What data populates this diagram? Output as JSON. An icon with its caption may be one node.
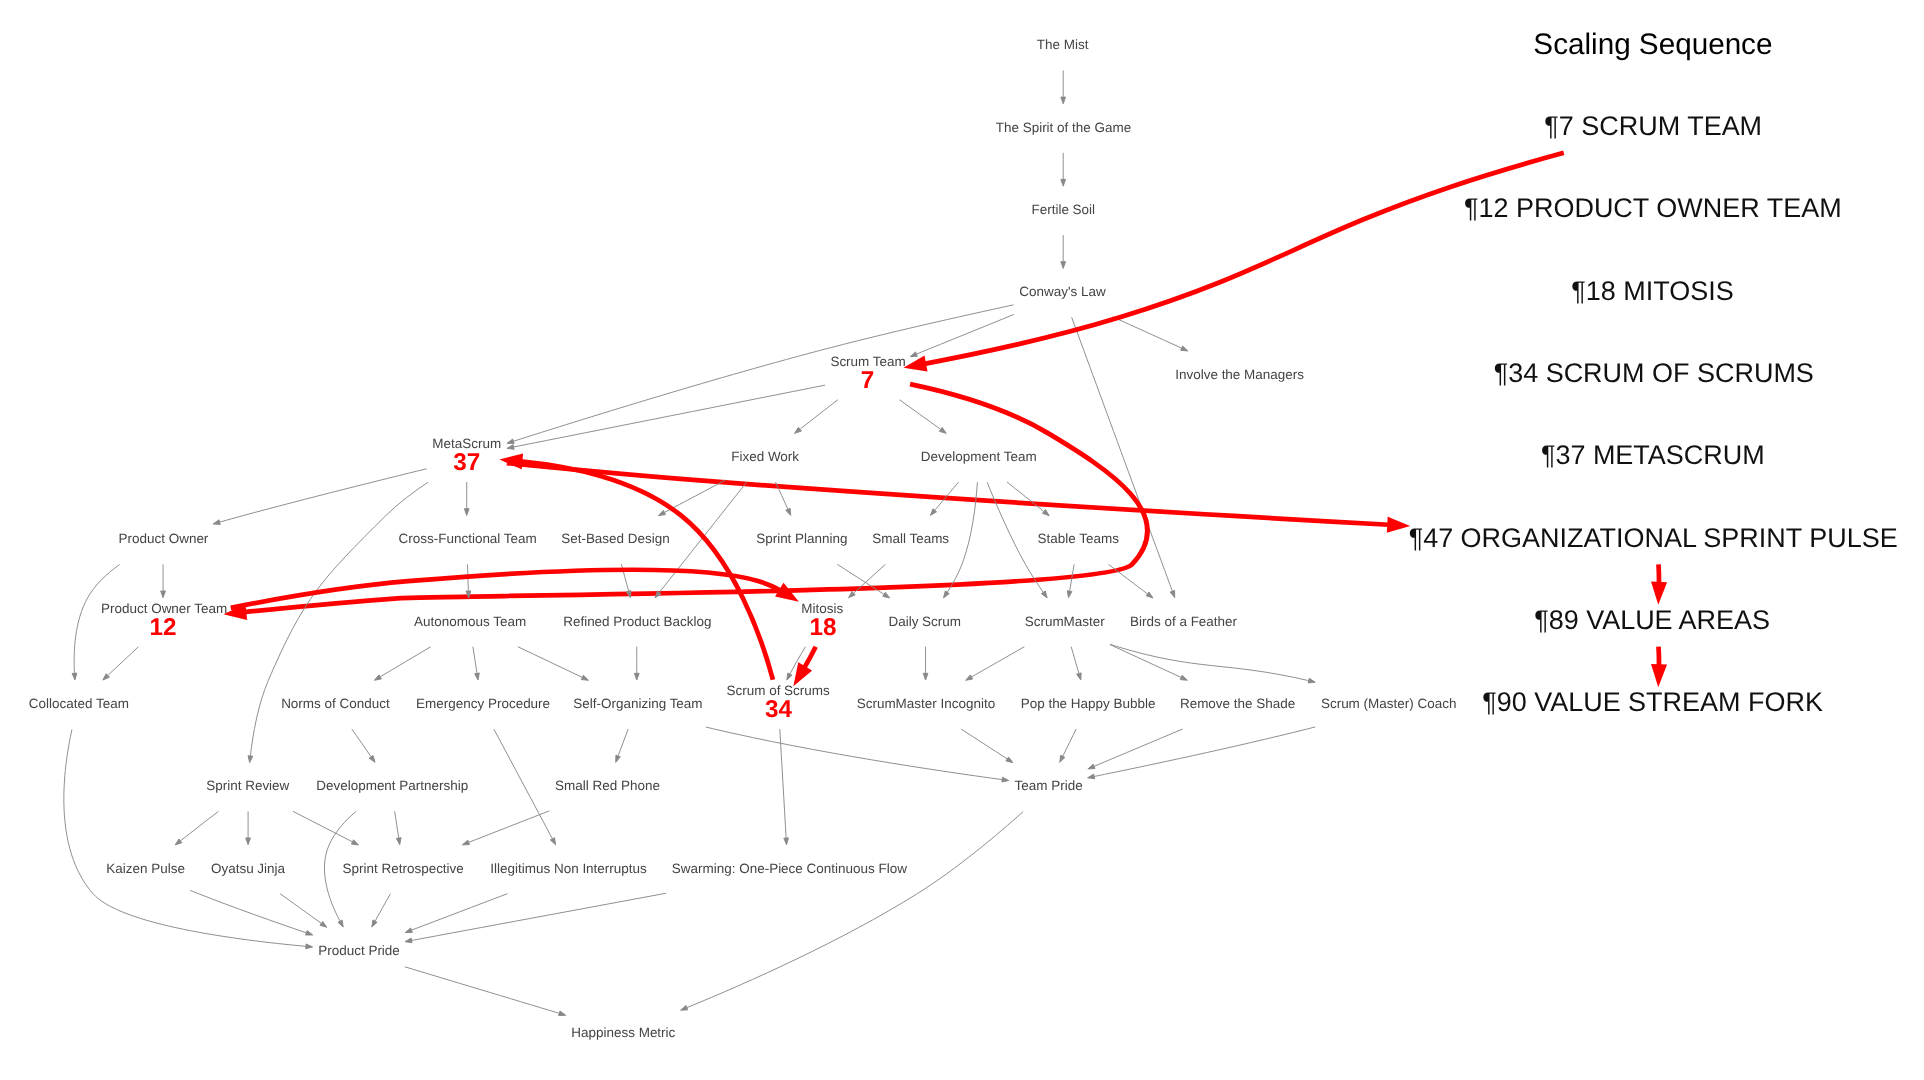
{
  "diagram": {
    "nodes": [
      {
        "text": [
          "The Mist"
        ]
      },
      {
        "text": [
          "The Spirit of the Game"
        ]
      },
      {
        "text": [
          "Fertile Soil"
        ]
      },
      {
        "text": [
          "Conway's Law"
        ]
      },
      {
        "text": [
          "Involve the Managers"
        ]
      },
      {
        "text": [
          "Scrum Team"
        ],
        "beside": [
          "7"
        ]
      },
      {
        "text": [
          "MetaScrum"
        ],
        "beside": [
          "37"
        ]
      },
      {
        "text": [
          "Fixed Work"
        ]
      },
      {
        "text": [
          "Development Team"
        ]
      },
      {
        "text": [
          "Product Owner"
        ]
      },
      {
        "text": [
          "Sprint Review"
        ]
      },
      {
        "text": [
          "Cross-Functional Team"
        ]
      },
      {
        "text": [
          "Set-Based Design"
        ]
      },
      {
        "text": [
          "Small Teams"
        ]
      },
      {
        "text": [
          "Sprint Planning"
        ]
      },
      {
        "text": [
          "Stable Teams"
        ]
      },
      {
        "text": [
          "Birds of a Feather"
        ]
      },
      {
        "text": [
          "Product Owner Team"
        ],
        "beside": [
          "12"
        ]
      },
      {
        "text": [
          "Refined Product Backlog"
        ]
      },
      {
        "text": [
          "Mitosis"
        ],
        "beside": [
          "18"
        ]
      },
      {
        "text": [
          "Daily Scrum"
        ]
      },
      {
        "text": [
          "ScrumMaster"
        ]
      },
      {
        "text": [
          "Collocated Team"
        ]
      },
      {
        "text": [
          "Autonomous Team"
        ]
      },
      {
        "text": [
          "Norms of Conduct"
        ]
      },
      {
        "text": [
          "Self-Organizing Team"
        ]
      },
      {
        "text": [
          "Scrum of Scrums"
        ],
        "beside": [
          "34"
        ]
      },
      {
        "text": [
          "ScrumMaster Incognito"
        ]
      },
      {
        "text": [
          "Remove the Shade"
        ]
      },
      {
        "text": [
          "Scrum (Master) Coach"
        ]
      },
      {
        "text": [
          "Pop the Happy Bubble"
        ]
      },
      {
        "text": [
          "Emergency Procedure"
        ]
      },
      {
        "text": [
          "Development Partnership"
        ]
      },
      {
        "text": [
          "Small Red Phone"
        ]
      },
      {
        "text": [
          "Swarming: One-Piece Continuous Flow"
        ]
      },
      {
        "text": [
          "Team Pride"
        ]
      },
      {
        "text": [
          "Kaizen Pulse"
        ]
      },
      {
        "text": [
          "Oyatsu Jinja"
        ]
      },
      {
        "text": [
          "Illegitimus Non Interruptus"
        ]
      },
      {
        "text": [
          "Sprint Retrospective"
        ]
      },
      {
        "text": [
          "Product Pride"
        ]
      },
      {
        "text": [
          "Happiness Metric"
        ]
      },
      {
        "text": [
          "¶7 SCRUM TEAM"
        ]
      },
      {
        "text": [
          "¶12 PRODUCT OWNER TEAM"
        ]
      },
      {
        "text": [
          "¶18 MITOSIS"
        ]
      },
      {
        "text": [
          "¶34 SCRUM OF SCRUMS"
        ]
      },
      {
        "text": [
          "¶37 METASCRUM"
        ]
      },
      {
        "text": [
          "¶47 ORGANIZATIONAL SPRINT PULSE"
        ]
      },
      {
        "text": [
          "¶89 VALUE AREAS"
        ]
      },
      {
        "text": [
          "¶90 VALUE STREAM FORK"
        ]
      }
    ],
    "edges": [
      {
        "from": 0,
        "to": 1,
        "arrow": "to"
      },
      {
        "from": 1,
        "to": 2,
        "arrow": "to"
      },
      {
        "from": 2,
        "to": 3,
        "arrow": "to"
      },
      {
        "from": 3,
        "to": 4,
        "arrow": "to"
      },
      {
        "from": 3,
        "to": 5,
        "arrow": "to"
      },
      {
        "from": 3,
        "to": 6,
        "arrow": "to"
      },
      {
        "from": 3,
        "to": 16,
        "arrow": "to"
      },
      {
        "from": 5,
        "to": 7,
        "arrow": "to"
      },
      {
        "from": 5,
        "to": 8,
        "arrow": "to"
      },
      {
        "from": 5,
        "to": 6,
        "arrow": "to"
      },
      {
        "from": 6,
        "to": 9,
        "arrow": "to"
      },
      {
        "from": 6,
        "to": 10,
        "arrow": "to"
      },
      {
        "from": 6,
        "to": 11,
        "arrow": "to"
      },
      {
        "from": 7,
        "to": 12,
        "arrow": "to"
      },
      {
        "from": 7,
        "to": 18,
        "arrow": "to"
      },
      {
        "from": 7,
        "to": 14,
        "arrow": "to"
      },
      {
        "from": 8,
        "to": 13,
        "arrow": "to"
      },
      {
        "from": 8,
        "to": 20,
        "arrow": "to"
      },
      {
        "from": 8,
        "to": 21,
        "arrow": "to"
      },
      {
        "from": 8,
        "to": 15,
        "arrow": "to"
      },
      {
        "from": 9,
        "to": 17,
        "arrow": "to"
      },
      {
        "from": 9,
        "to": 22,
        "arrow": "to"
      },
      {
        "from": 17,
        "to": 22,
        "arrow": "to"
      },
      {
        "from": 12,
        "to": 18,
        "arrow": "to"
      },
      {
        "from": 11,
        "to": 23,
        "arrow": "to"
      },
      {
        "from": 18,
        "to": 25,
        "arrow": "to"
      },
      {
        "from": 13,
        "to": 19,
        "arrow": "to"
      },
      {
        "from": 14,
        "to": 20,
        "arrow": "to"
      },
      {
        "from": 15,
        "to": 16,
        "arrow": "to"
      },
      {
        "from": 15,
        "to": 21,
        "arrow": "to"
      },
      {
        "from": 23,
        "to": 24,
        "arrow": "to"
      },
      {
        "from": 23,
        "to": 25,
        "arrow": "to"
      },
      {
        "from": 23,
        "to": 31,
        "arrow": "to"
      },
      {
        "from": 24,
        "to": 32,
        "arrow": "to"
      },
      {
        "from": 25,
        "to": 35,
        "arrow": "to"
      },
      {
        "from": 25,
        "to": 33,
        "arrow": "to"
      },
      {
        "from": 19,
        "to": 26,
        "arrow": "to"
      },
      {
        "from": 26,
        "to": 34,
        "arrow": "to"
      },
      {
        "from": 20,
        "to": 27,
        "arrow": "to"
      },
      {
        "from": 21,
        "to": 27,
        "arrow": "to"
      },
      {
        "from": 21,
        "to": 28,
        "arrow": "to"
      },
      {
        "from": 21,
        "to": 29,
        "arrow": "to"
      },
      {
        "from": 21,
        "to": 30,
        "arrow": "to"
      },
      {
        "from": 27,
        "to": 35,
        "arrow": "to"
      },
      {
        "from": 28,
        "to": 35,
        "arrow": "to"
      },
      {
        "from": 29,
        "to": 35,
        "arrow": "to"
      },
      {
        "from": 30,
        "to": 35,
        "arrow": "to"
      },
      {
        "from": 10,
        "to": 39,
        "arrow": "to"
      },
      {
        "from": 10,
        "to": 36,
        "arrow": "to"
      },
      {
        "from": 10,
        "to": 37,
        "arrow": "to"
      },
      {
        "from": 31,
        "to": 38,
        "arrow": "to"
      },
      {
        "from": 32,
        "to": 39,
        "arrow": "to"
      },
      {
        "from": 32,
        "to": 40,
        "arrow": "to"
      },
      {
        "from": 33,
        "to": 39,
        "arrow": "to"
      },
      {
        "from": 22,
        "to": 40,
        "arrow": "to"
      },
      {
        "from": 36,
        "to": 40,
        "arrow": "to"
      },
      {
        "from": 37,
        "to": 40,
        "arrow": "to"
      },
      {
        "from": 38,
        "to": 40,
        "arrow": "to"
      },
      {
        "from": 39,
        "to": 40,
        "arrow": "to"
      },
      {
        "from": 34,
        "to": 40,
        "arrow": "to"
      },
      {
        "from": 40,
        "to": 41,
        "arrow": "to"
      },
      {
        "from": 35,
        "to": 41,
        "arrow": "to"
      },
      {
        "from": 42,
        "to": 5,
        "arrow": "to",
        "style": "thick",
        "color": "#ff0000"
      },
      {
        "from": 5,
        "to": 17,
        "arrow": "to",
        "style": "thick",
        "color": "#ff0000"
      },
      {
        "from": 17,
        "to": 19,
        "arrow": "to",
        "style": "thick",
        "color": "#ff0000"
      },
      {
        "from": 19,
        "to": 26,
        "arrow": "to",
        "style": "thick",
        "color": "#ff0000"
      },
      {
        "from": 26,
        "to": 6,
        "arrow": "to",
        "style": "thick",
        "color": "#ff0000"
      },
      {
        "from": 6,
        "to": 47,
        "arrow": "to",
        "style": "thick",
        "color": "#ff0000"
      },
      {
        "from": 47,
        "to": 48,
        "arrow": "to",
        "style": "thick",
        "color": "#ff0000"
      },
      {
        "from": 48,
        "to": 49,
        "arrow": "to",
        "style": "thick",
        "color": "#ff0000"
      }
    ],
    "labels": [
      "Scaling Sequence"
    ]
  }
}
